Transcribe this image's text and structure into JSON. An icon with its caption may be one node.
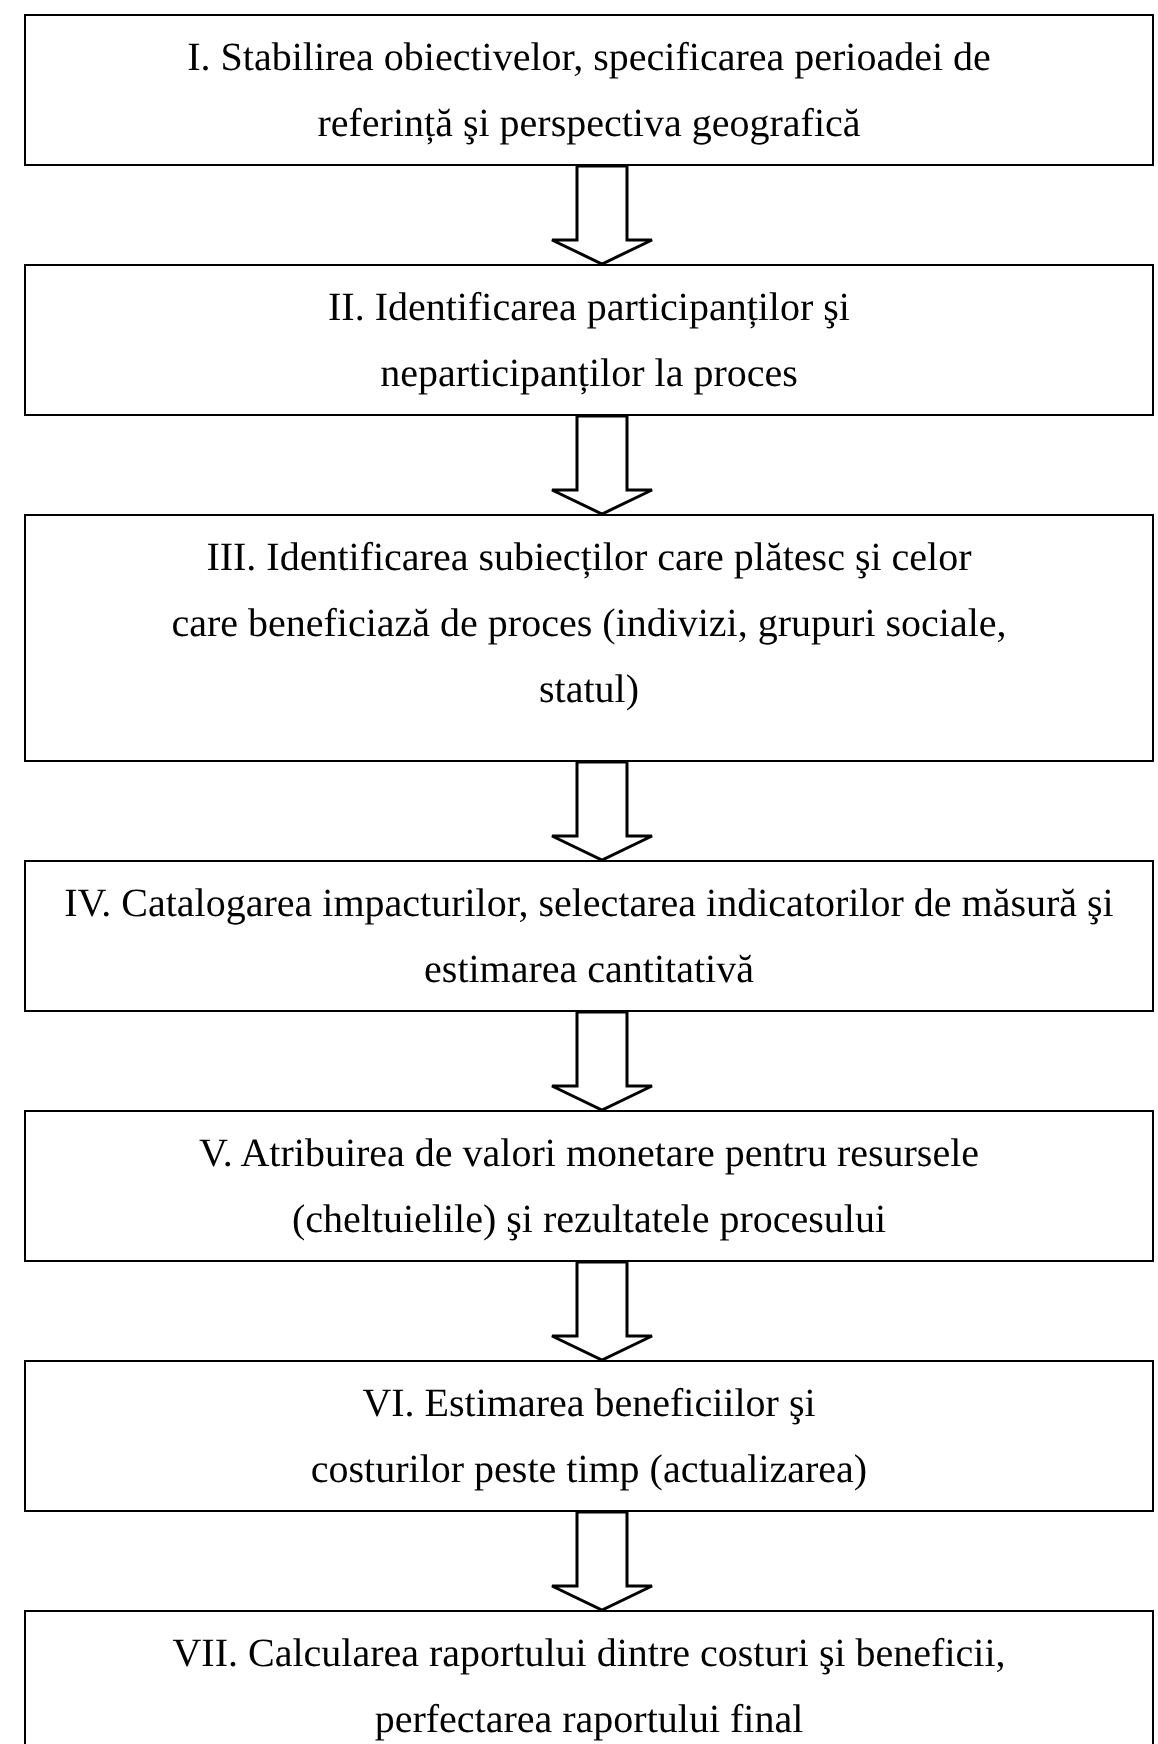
{
  "diagram": {
    "nodes": [
      {
        "text": [
          "I. Stabilirea obiectivelor, specificarea perioadei de referință şi perspectiva geografică"
        ]
      },
      {
        "text": [
          "II. Identificarea participanților şi neparticipanților la proces"
        ]
      },
      {
        "text": [
          "III. Identificarea subiecților care plătesc şi celor care beneficiază de proces (indivizi, grupuri sociale, statul)"
        ]
      },
      {
        "text": [
          "IV. Catalogarea impacturilor, selectarea indicatorilor de măsură şi estimarea cantitativă"
        ]
      },
      {
        "text": [
          "V. Atribuirea de valori monetare pentru resursele (cheltuielile) şi rezultatele procesului"
        ]
      },
      {
        "text": [
          "VI. Estimarea beneficiilor şi costurilor peste timp (actualizarea)"
        ]
      },
      {
        "text": [
          "VII. Calcularea raportului dintre costuri şi beneficii, perfectarea raportului final"
        ]
      }
    ],
    "edges": [
      {
        "from": 0,
        "to": 1,
        "arrow": "to"
      },
      {
        "from": 1,
        "to": 2,
        "arrow": "to"
      },
      {
        "from": 2,
        "to": 3,
        "arrow": "to"
      },
      {
        "from": 3,
        "to": 4,
        "arrow": "to"
      },
      {
        "from": 4,
        "to": 5,
        "arrow": "to"
      },
      {
        "from": 5,
        "to": 6,
        "arrow": "to"
      }
    ]
  }
}
